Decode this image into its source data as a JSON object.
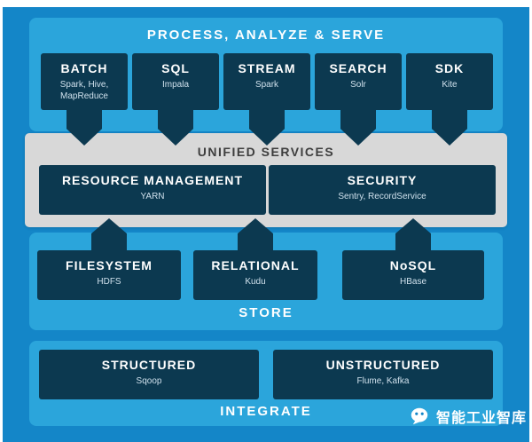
{
  "colors": {
    "background_blue": "#1486C8",
    "panel_cyan": "#2BA5DB",
    "box_navy": "#0C3950",
    "unified_gray": "#D8D8D8"
  },
  "diagram": {
    "process": {
      "title": "PROCESS, ANALYZE & SERVE",
      "boxes": [
        {
          "title": "BATCH",
          "subtitle": "Spark, Hive,\nMapReduce"
        },
        {
          "title": "SQL",
          "subtitle": "Impala"
        },
        {
          "title": "STREAM",
          "subtitle": "Spark"
        },
        {
          "title": "SEARCH",
          "subtitle": "Solr"
        },
        {
          "title": "SDK",
          "subtitle": "Kite"
        }
      ]
    },
    "unified": {
      "title": "UNIFIED SERVICES",
      "boxes": [
        {
          "title": "RESOURCE MANAGEMENT",
          "subtitle": "YARN"
        },
        {
          "title": "SECURITY",
          "subtitle": "Sentry, RecordService"
        }
      ]
    },
    "store": {
      "title": "STORE",
      "boxes": [
        {
          "title": "FILESYSTEM",
          "subtitle": "HDFS"
        },
        {
          "title": "RELATIONAL",
          "subtitle": "Kudu"
        },
        {
          "title": "NoSQL",
          "subtitle": "HBase"
        }
      ]
    },
    "integrate": {
      "title": "INTEGRATE",
      "boxes": [
        {
          "title": "STRUCTURED",
          "subtitle": "Sqoop"
        },
        {
          "title": "UNSTRUCTURED",
          "subtitle": "Flume, Kafka"
        }
      ]
    }
  },
  "watermark": {
    "text": "智能工业智库",
    "icon": "wechat-icon"
  }
}
